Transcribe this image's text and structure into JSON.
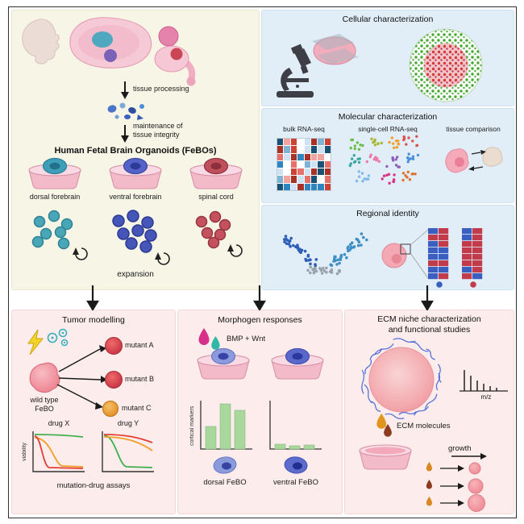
{
  "febo": {
    "step1": "tissue processing",
    "step2": "maintenance of\ntissue integrity",
    "title": "Human Fetal Brain Organoids (FeBOs)",
    "dish_dorsal": "dorsal forebrain",
    "dish_ventral": "ventral forebrain",
    "dish_spinal": "spinal cord",
    "expansion": "expansion"
  },
  "cellular": {
    "title": "Cellular characterization"
  },
  "molecular": {
    "title": "Molecular characterization",
    "bulk_label": "bulk RNA-seq",
    "sc_label": "single-cell RNA-seq",
    "tissue_label": "tissue comparison"
  },
  "regional": {
    "title": "Regional identity"
  },
  "tumor": {
    "title": "Tumor modelling",
    "wild_type": "wild type\nFeBO",
    "mutant_a": "mutant A",
    "mutant_b": "mutant B",
    "mutant_c": "mutant C",
    "drug_x": "drug X",
    "drug_y": "drug Y",
    "viability": "viability",
    "caption": "mutation-drug assays"
  },
  "morphogen": {
    "title": "Morphogen responses",
    "treatment": "BMP + Wnt",
    "yaxis": "cortical markers",
    "dorsal": "dorsal FeBO",
    "ventral": "ventral FeBO"
  },
  "ecm": {
    "title": "ECM niche characterization\nand functional studies",
    "mz": "m/z",
    "molecules": "ECM molecules",
    "growth": "growth"
  },
  "colors": {
    "cream_bg": "#f6f5e6",
    "blue_bg": "#e2eef7",
    "pink_bg": "#fcecec",
    "teal_organoid": "#48a6b6",
    "blue_organoid": "#4656b8",
    "red_organoid": "#c4525e",
    "green_bar": "#a8d89c"
  }
}
